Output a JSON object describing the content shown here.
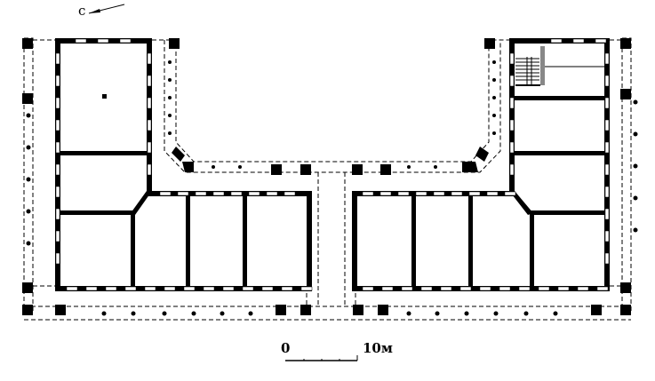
{
  "north_arrow": {
    "label": "с"
  },
  "scale_bar": {
    "start_label": "0",
    "end_label": "10м"
  },
  "colors": {
    "ink": "#000000",
    "paper": "#ffffff"
  }
}
